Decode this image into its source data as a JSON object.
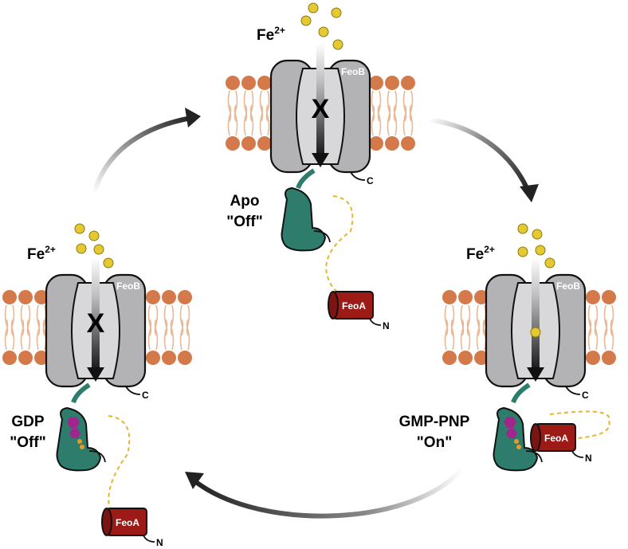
{
  "colors": {
    "lipid_head": "#d4794a",
    "lipid_tail": "#e9b896",
    "protein_gray": "#b3b3b5",
    "protein_gray_light": "#d8d8da",
    "feoA_red": "#9d1b17",
    "gdomain_teal": "#2e7d6c",
    "iron_yellow": "#e6c832",
    "nucleotide_magenta": "#a0268e",
    "nucleotide_orange": "#e79a2a",
    "linker_dash": "#e3b530",
    "arrow_dark": "#262626"
  },
  "states": [
    {
      "id": "apo",
      "ion_label": "Fe",
      "ion_charge": "2+",
      "protein_label": "FeoB",
      "c_term_label": "C",
      "state_name": "Apo",
      "state_status": "\"Off\"",
      "feoA_label": "FeoA",
      "n_term_label": "N",
      "blocked_mark": "X",
      "transport": "blocked",
      "nucleotide_bound": false,
      "feoA_bound": false
    },
    {
      "id": "gdp",
      "ion_label": "Fe",
      "ion_charge": "2+",
      "protein_label": "FeoB",
      "c_term_label": "C",
      "state_name": "GDP",
      "state_status": "\"Off\"",
      "feoA_label": "FeoA",
      "n_term_label": "N",
      "blocked_mark": "X",
      "transport": "blocked",
      "nucleotide_bound": true,
      "feoA_bound": false
    },
    {
      "id": "gmppnp",
      "ion_label": "Fe",
      "ion_charge": "2+",
      "protein_label": "FeoB",
      "c_term_label": "C",
      "state_name": "GMP-PNP",
      "state_status": "\"On\"",
      "feoA_label": "FeoA",
      "n_term_label": "N",
      "blocked_mark": "",
      "transport": "open",
      "nucleotide_bound": true,
      "feoA_bound": true
    }
  ]
}
